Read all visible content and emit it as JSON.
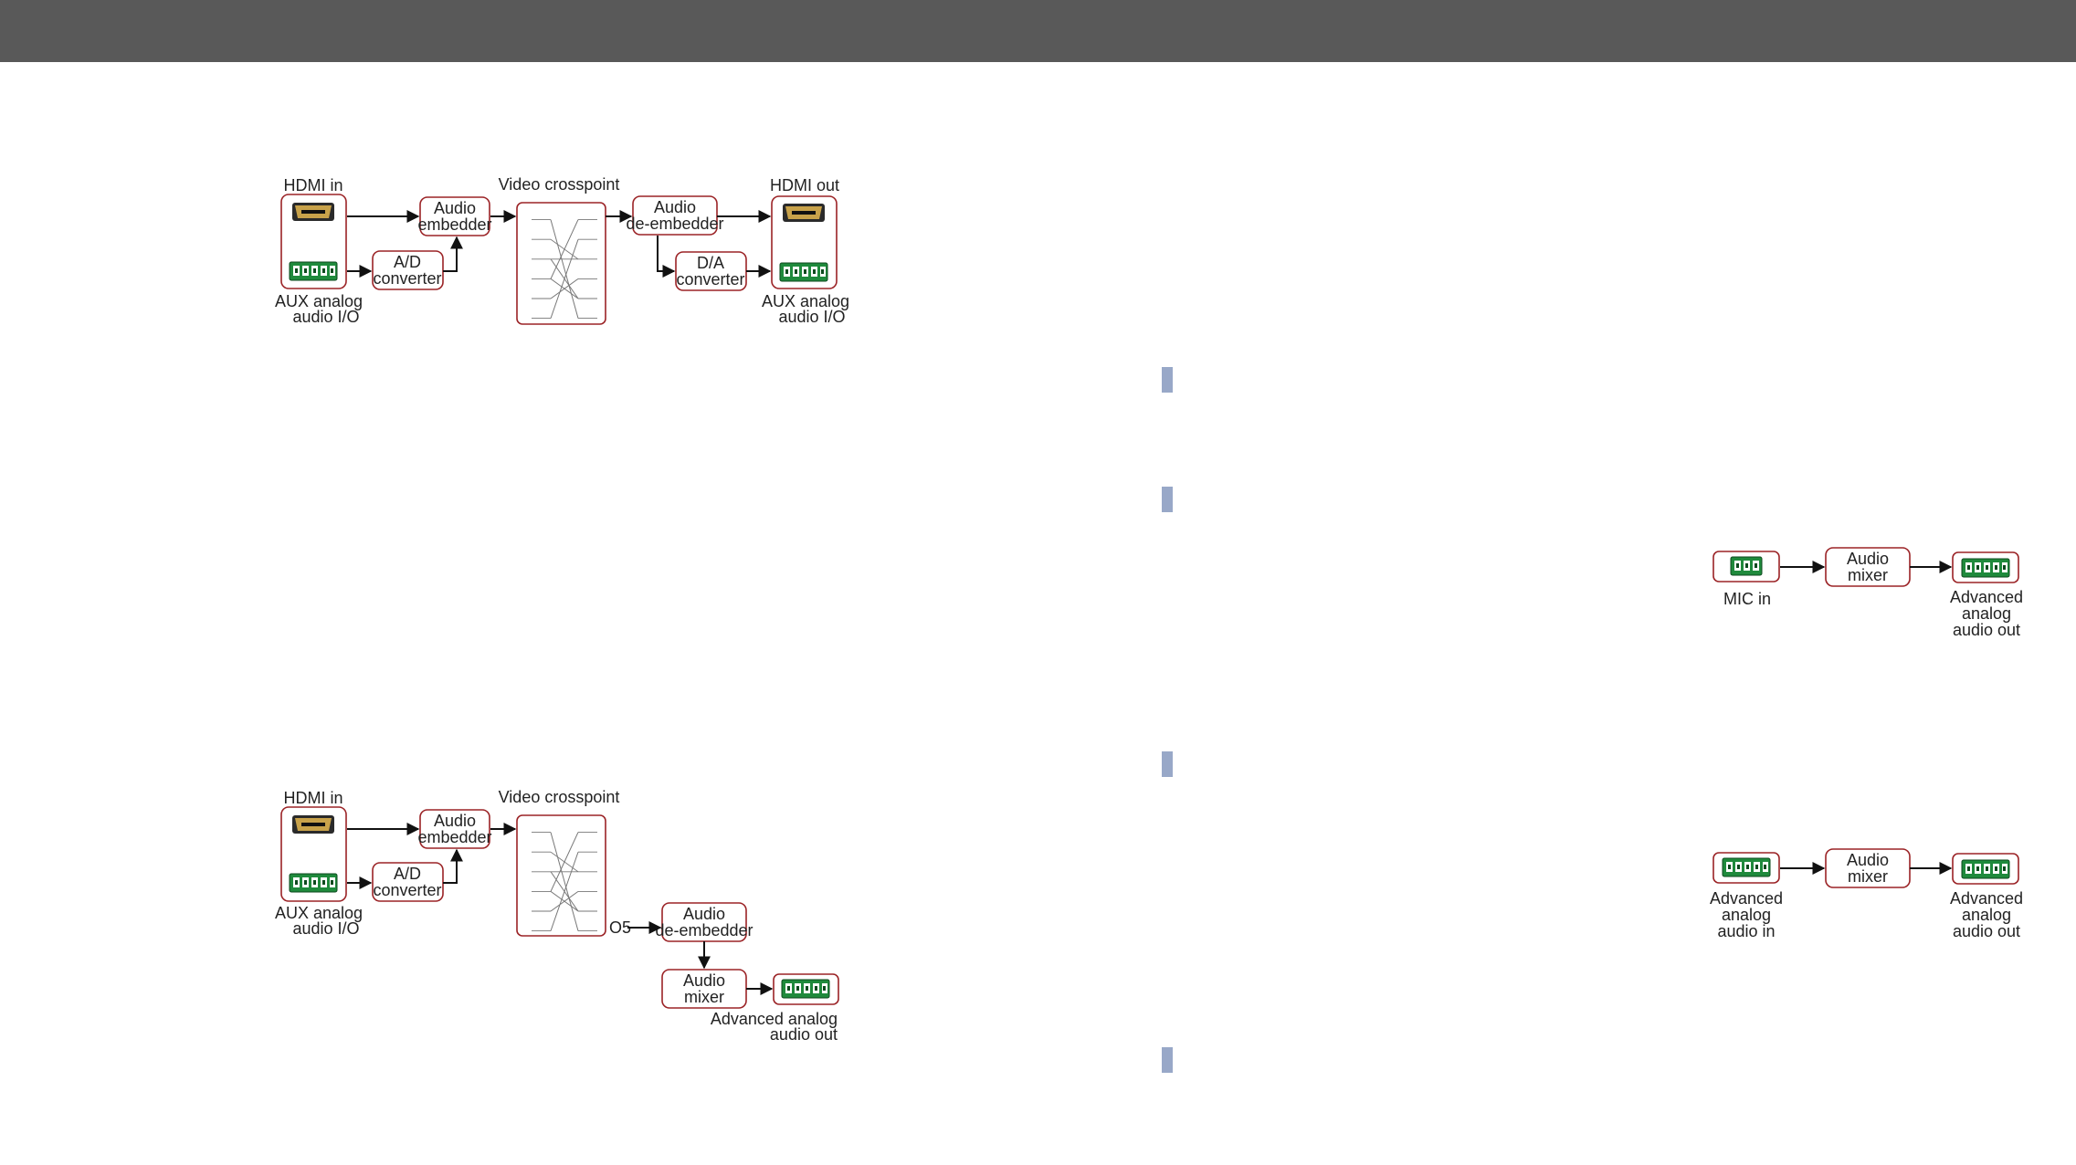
{
  "diagram1": {
    "hdmi_in": "HDMI in",
    "aux_io_left": [
      "AUX analog",
      "audio I/O"
    ],
    "ad_converter": [
      "A/D",
      "converter"
    ],
    "audio_embedder": [
      "Audio",
      "embedder"
    ],
    "video_crosspoint": "Video crosspoint",
    "audio_deembedder": [
      "Audio",
      "de-embedder"
    ],
    "da_converter": [
      "D/A",
      "converter"
    ],
    "hdmi_out": "HDMI out",
    "aux_io_right": [
      "AUX analog",
      "audio I/O"
    ]
  },
  "diagram2": {
    "hdmi_in": "HDMI in",
    "aux_io_left": [
      "AUX analog",
      "audio I/O"
    ],
    "ad_converter": [
      "A/D",
      "converter"
    ],
    "audio_embedder": [
      "Audio",
      "embedder"
    ],
    "video_crosspoint": "Video crosspoint",
    "output_port": "O5",
    "audio_deembedder": [
      "Audio",
      "de-embedder"
    ],
    "audio_mixer": [
      "Audio",
      "mixer"
    ],
    "advanced_out": [
      "Advanced analog",
      "audio out"
    ]
  },
  "diagram3": {
    "mic_in": "MIC in",
    "audio_mixer": [
      "Audio",
      "mixer"
    ],
    "advanced_out": [
      "Advanced",
      "analog",
      "audio out"
    ]
  },
  "diagram4": {
    "advanced_in": [
      "Advanced",
      "analog",
      "audio in"
    ],
    "audio_mixer": [
      "Audio",
      "mixer"
    ],
    "advanced_out": [
      "Advanced",
      "analog",
      "audio out"
    ]
  },
  "colors": {
    "topbar": "#595959",
    "box_border": "#9b2326",
    "bullet": "#98a8c8",
    "connector_green": "#1f8a3c",
    "hdmi_gold": "#c8a24a"
  }
}
